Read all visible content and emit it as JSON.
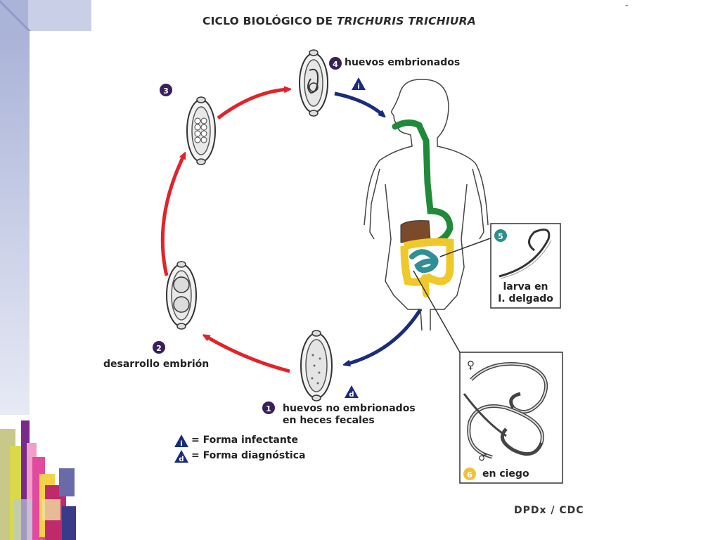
{
  "title_main": "CICLO BIOLÓGICO DE ",
  "title_italic": "TRICHURIS TRICHIURA",
  "stage_numbers": [
    "1",
    "2",
    "3",
    "4",
    "5",
    "6"
  ],
  "labels": {
    "stage1_line1": "huevos no embrionados",
    "stage1_line2": "en heces fecales",
    "stage2": "desarrollo embrión",
    "stage4": "huevos embrionados",
    "stage5_line1": "larva en",
    "stage5_line2": "I. delgado",
    "stage6": "en ciego"
  },
  "markers": {
    "infective_letter": "i",
    "diagnostic_letter": "d"
  },
  "legend": {
    "infective": "= Forma infectante",
    "diagnostic": "= Forma diagnóstica"
  },
  "sex_symbols": {
    "female": "♀",
    "male": "♂"
  },
  "credit": "DPDx / CDC",
  "top_dash": "-",
  "colors": {
    "infective_arrow": "#1a2d7a",
    "development_arrow": "#e0242a",
    "stage_circle_purple": "#3a1f5c",
    "stage_circle_teal": "#2a8f8f",
    "stage_circle_yellow": "#f0c23a",
    "digestive_green": "#1f8a3a",
    "liver_brown": "#7a4a2a",
    "colon_yellow": "#f0c82a",
    "small_intestine_teal": "#2f8f95"
  }
}
